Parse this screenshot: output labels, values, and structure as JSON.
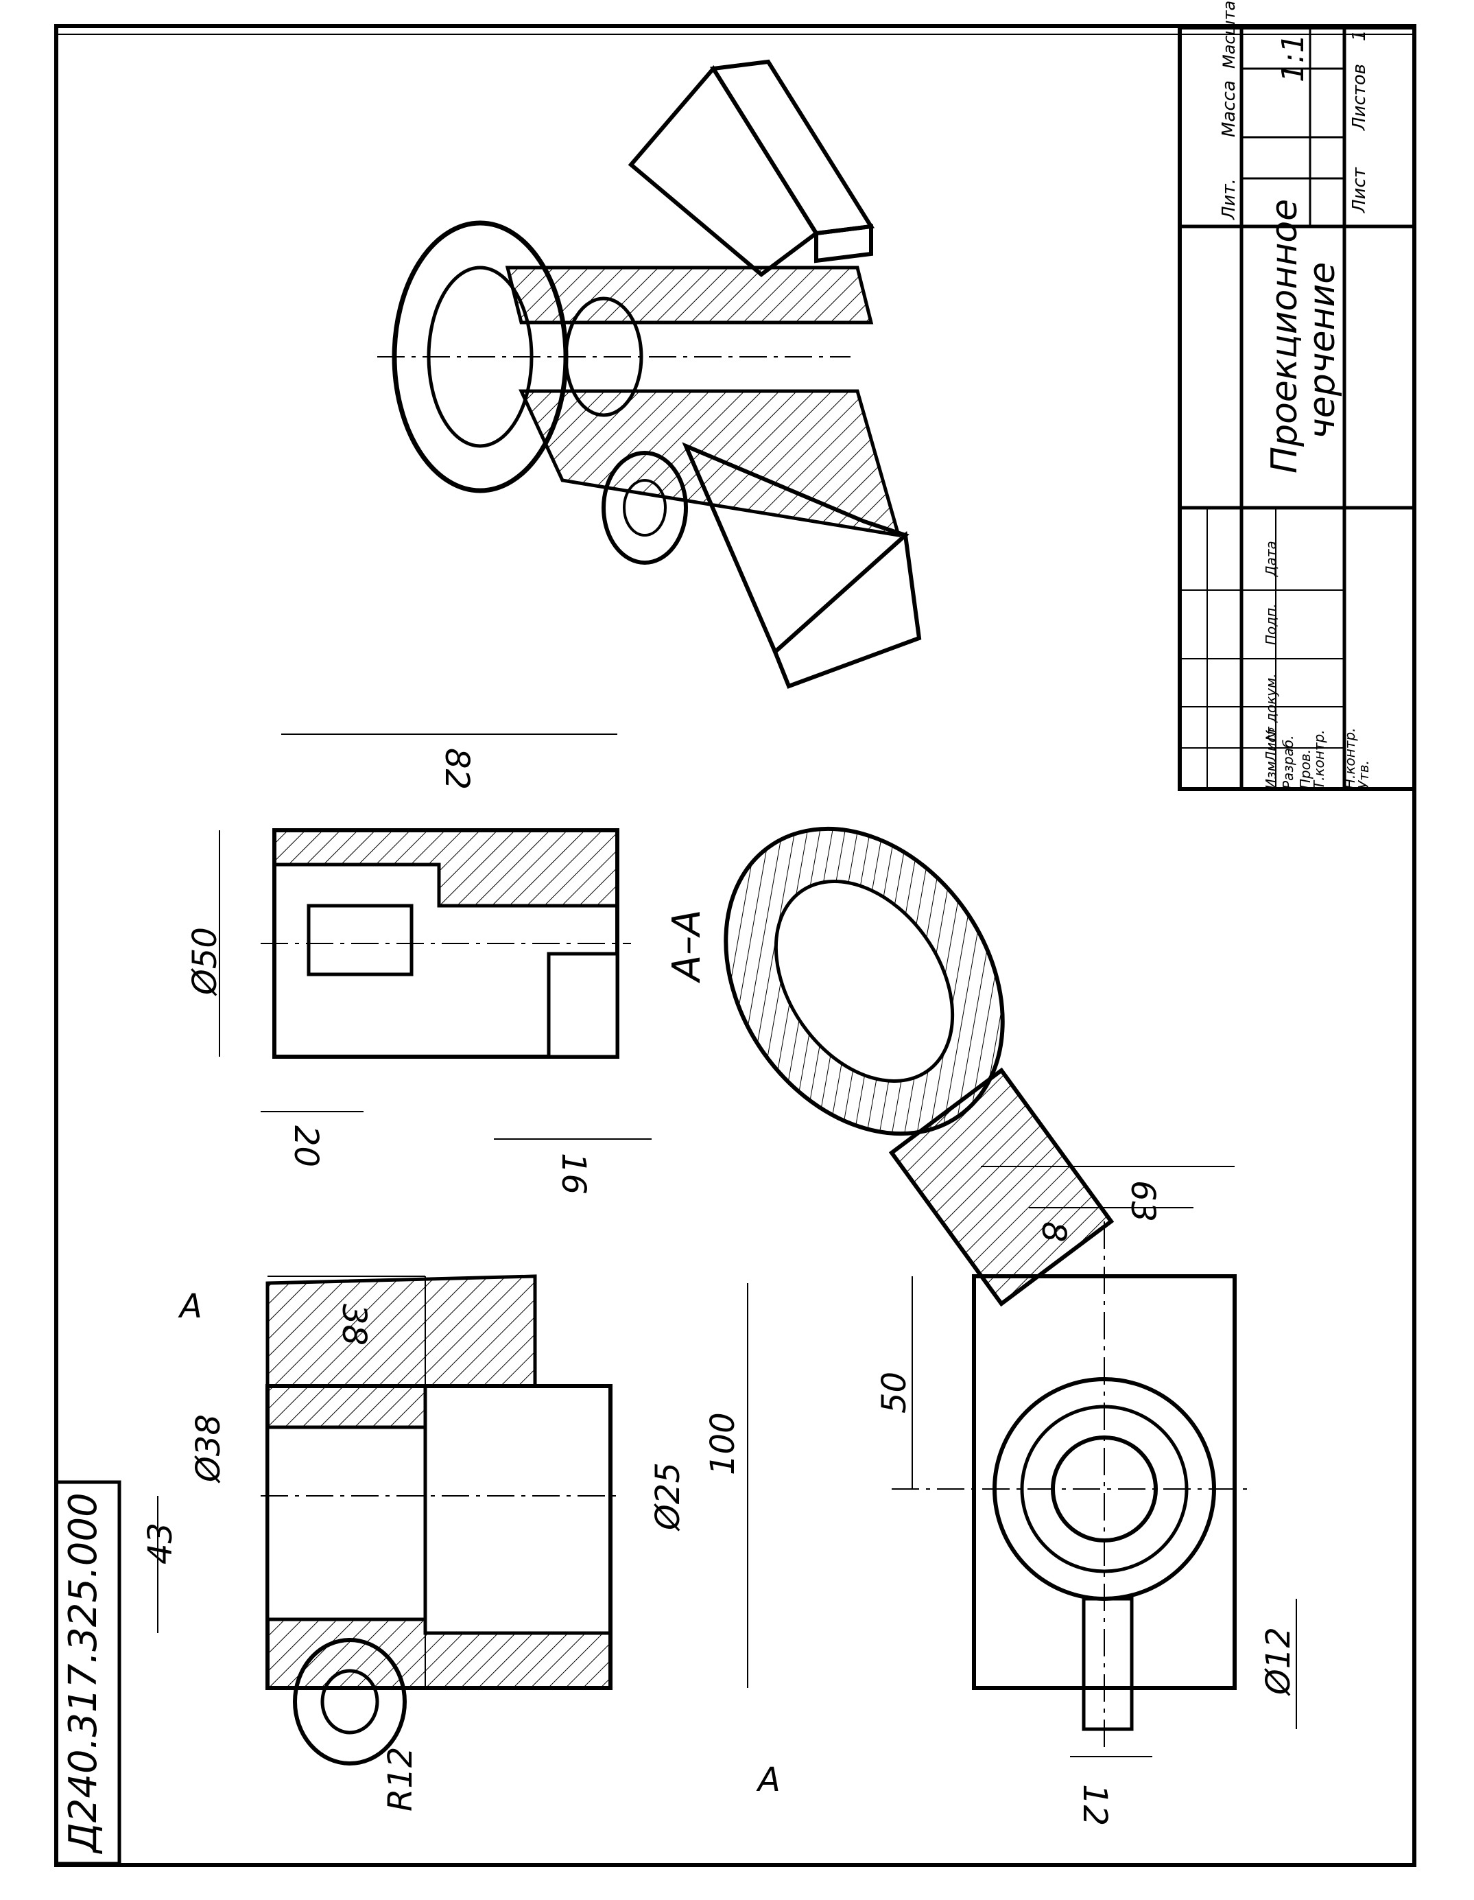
{
  "title_block": {
    "drawing_title_line1": "Проекционное",
    "drawing_title_line2": "черчение",
    "scale": "1:1",
    "col_lit": "Лит.",
    "col_mass": "Масса",
    "col_scale": "Масштаб",
    "col_sheet": "Лист",
    "col_sheets": "Листов",
    "sheets_count": "1",
    "row_izm": "Изм",
    "row_list": "Лист",
    "row_doc": "№ докум.",
    "row_sign": "Подп.",
    "row_date": "Дата",
    "row_razrab": "Разраб.",
    "row_prov": "Пров.",
    "row_tkontr": "Т.контр.",
    "row_nkontr": "Н.контр.",
    "row_utv": "Утв."
  },
  "document_code": "Д240.317.325.000",
  "section_label": "А–А",
  "section_marks": [
    "А",
    "А"
  ],
  "dimensions": {
    "d50": "Ø50",
    "l82": "82",
    "l20": "20",
    "l16": "16",
    "l38": "38",
    "l43": "43",
    "d38": "Ø38",
    "d25": "Ø25",
    "l100": "100",
    "r12": "R12",
    "l50": "50",
    "l8": "8",
    "l63": "63",
    "d12": "Ø12",
    "l12": "12"
  }
}
